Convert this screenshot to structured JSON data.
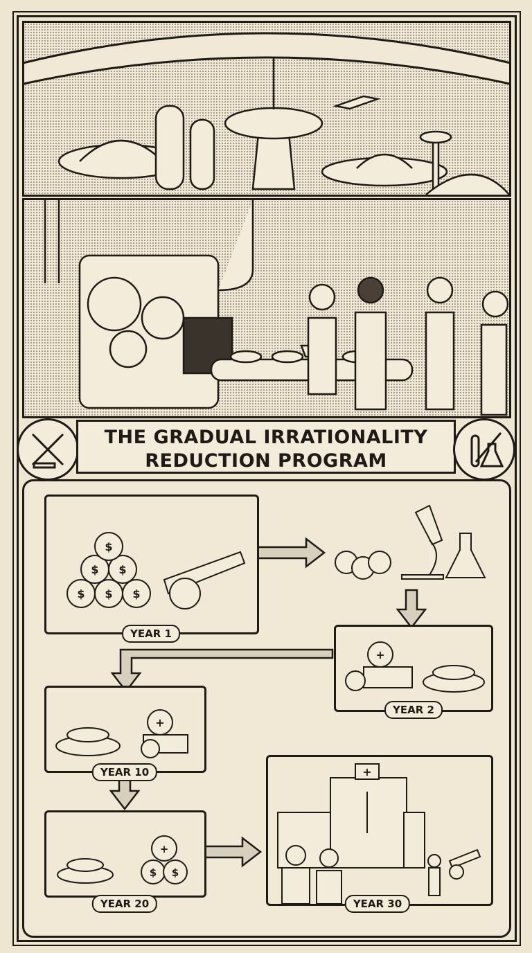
{
  "title": {
    "line1": "THE GRADUAL IRRATIONALITY",
    "line2": "REDUCTION PROGRAM"
  },
  "stages": [
    {
      "label": "YEAR 1"
    },
    {
      "label": "YEAR 2"
    },
    {
      "label": "YEAR 10"
    },
    {
      "label": "YEAR 20"
    },
    {
      "label": "YEAR 30"
    }
  ],
  "colors": {
    "paper": "#efe6d2",
    "ink": "#1e1a16"
  }
}
